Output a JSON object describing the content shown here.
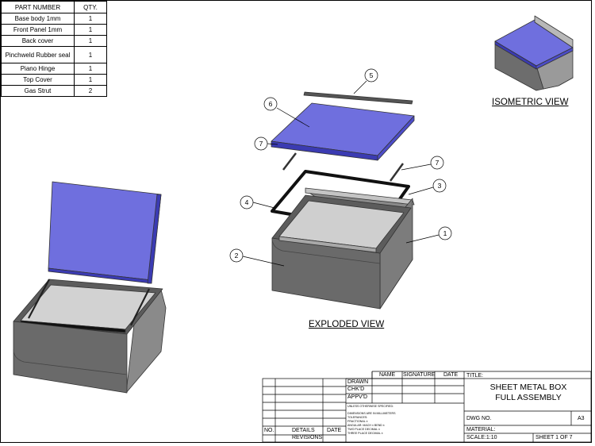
{
  "bom": {
    "headers": [
      "PART NUMBER",
      "QTY."
    ],
    "rows": [
      {
        "name": "Base body 1mm",
        "qty": "1"
      },
      {
        "name": "Front Panel 1mm",
        "qty": "1"
      },
      {
        "name": "Back cover",
        "qty": "1"
      },
      {
        "name": "Pinchweld Rubber seal",
        "qty": "1"
      },
      {
        "name": "Piano Hinge",
        "qty": "1"
      },
      {
        "name": "Top Cover",
        "qty": "1"
      },
      {
        "name": "Gas Strut",
        "qty": "2"
      }
    ]
  },
  "views": {
    "isometric_label": "ISOMETRIC VIEW",
    "exploded_label": "EXPLODED VIEW"
  },
  "balloons": [
    "1",
    "2",
    "3",
    "4",
    "5",
    "6",
    "7",
    "7"
  ],
  "title_block": {
    "col_name": "NAME",
    "col_signature": "SIGNATURE",
    "col_date": "DATE",
    "drawn": "DRAWN",
    "chkd": "CHK'D",
    "appvd": "APPV'D",
    "unless": "UNLESS OTHERWISE SPECIFIED:",
    "dimensions": "DIMENSIONS ARE IN MILLIMETERS",
    "tolerances": "TOLERANCES:",
    "fractional": "FRACTIONAL ±",
    "angular": "ANGULAR: MACH ±   BEND ±",
    "two_place": "TWO PLACE DECIMAL   ±",
    "three_place": "THREE PLACE DECIMAL  ±",
    "rev_no": "NO.",
    "rev_details": "DETAILS",
    "rev_date": "DATE",
    "revisions": "REVISIONS",
    "title_label": "TITLE:",
    "title_line1": "SHEET METAL BOX",
    "title_line2": "FULL ASSEMBLY",
    "dwg_no": "DWG NO.",
    "size": "A3",
    "material": "MATERIAL:",
    "scale": "SCALE:1:10",
    "sheet": "SHEET 1 OF 7"
  },
  "colors": {
    "cover_blue": "#6f6fde",
    "cover_edge": "#3b3bb2",
    "body_gray": "#8a8a8a",
    "body_dark": "#6a6a6a",
    "inner_gray": "#cfcfcf"
  }
}
